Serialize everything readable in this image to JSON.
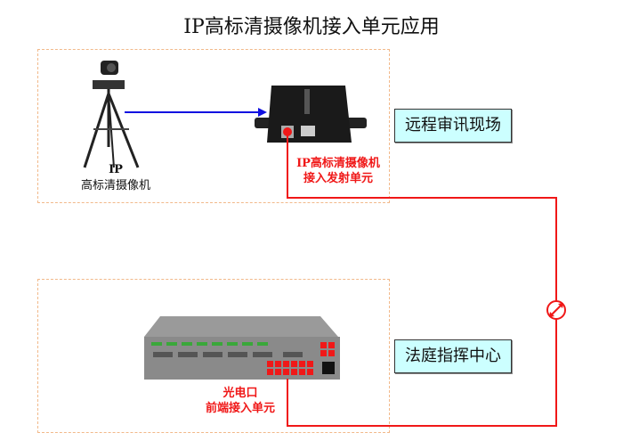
{
  "title": "IP高标清摄像机接入单元应用",
  "camera": {
    "line1": "IP",
    "line2": "高标清摄像机"
  },
  "transmitter": {
    "line1": "IP高标清摄像机",
    "line2": "接入发射单元"
  },
  "receiver": {
    "line1": "光电口",
    "line2": "前端接入单元"
  },
  "sites": {
    "remote": "远程审讯现场",
    "center": "法庭指挥中心"
  },
  "colors": {
    "fiber": "#f01818",
    "arrow": "#1010e0",
    "site_bg": "#ccffff",
    "dashed": "#f2b98a"
  }
}
